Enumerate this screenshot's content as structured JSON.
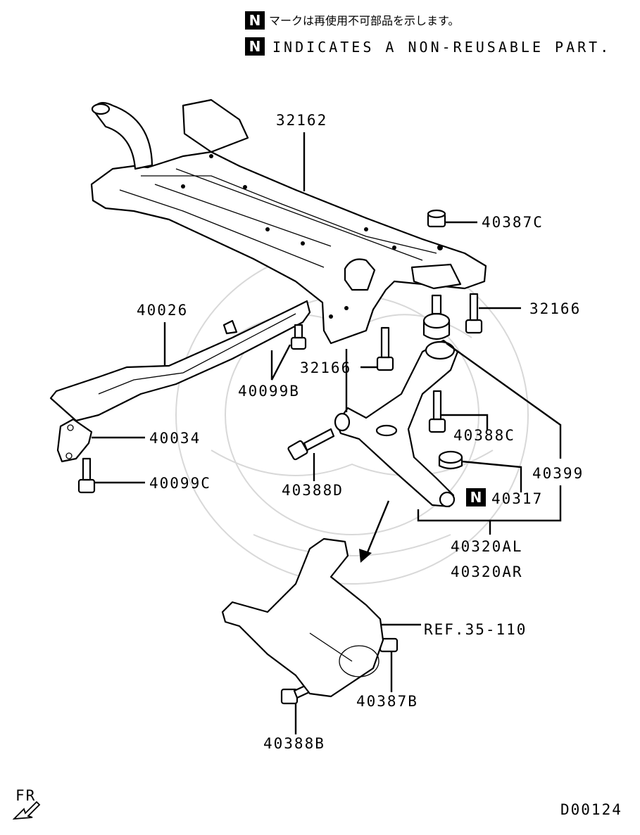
{
  "notice": {
    "badge_letter": "N",
    "jp_text": "マークは再使用不可部品を示します。",
    "en_text": "INDICATES A NON-REUSABLE PART."
  },
  "callouts": {
    "p32162": "32162",
    "p40387C": "40387C",
    "p32166_right": "32166",
    "p40026": "40026",
    "p40099B": "40099B",
    "p32166_left": "32166",
    "p40388C": "40388C",
    "p40034": "40034",
    "p40399": "40399",
    "p40099C": "40099C",
    "p40388D": "40388D",
    "p40317": "40317",
    "p40320AL": "40320AL",
    "p40320AR": "40320AR",
    "ref": "REF.35-110",
    "p40387B": "40387B",
    "p40388B": "40388B"
  },
  "orientation": {
    "label": "FR"
  },
  "diagram_code": "D00124",
  "colors": {
    "ink": "#000000",
    "paper": "#ffffff",
    "watermark": "#d8d8d8"
  }
}
